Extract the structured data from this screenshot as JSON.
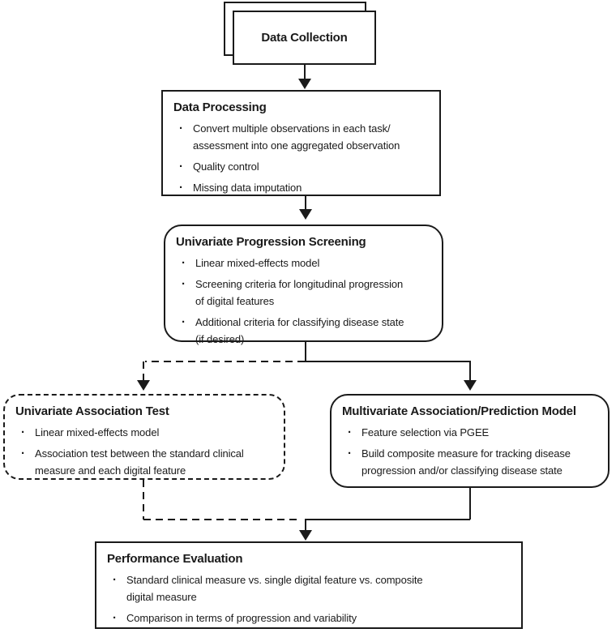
{
  "diagram": {
    "bullet_glyph": "·",
    "colors": {
      "line": "#1a1a1a",
      "background": "#ffffff",
      "box_fill": "#ffffff"
    },
    "nodes": {
      "data_collection": {
        "title": "Data Collection"
      },
      "data_processing": {
        "title": "Data Processing",
        "bullets": [
          "Convert multiple observations in each task/\nassessment into one aggregated observation",
          "Quality control",
          "Missing data imputation"
        ]
      },
      "univariate_screening": {
        "title": "Univariate Progression Screening",
        "bullets": [
          "Linear mixed-effects model",
          "Screening criteria for longitudinal progression\nof digital features",
          "Additional criteria for classifying disease state\n(if desired)"
        ]
      },
      "univariate_association": {
        "title": "Univariate Association Test",
        "bullets": [
          "Linear mixed-effects model",
          "Association test between the standard clinical\nmeasure and each digital feature"
        ]
      },
      "multivariate_model": {
        "title": "Multivariate Association/Prediction Model",
        "bullets": [
          "Feature selection via PGEE",
          "Build composite measure for tracking disease\nprogression and/or classifying disease state"
        ]
      },
      "performance_evaluation": {
        "title": "Performance Evaluation",
        "bullets": [
          "Standard clinical measure vs. single digital feature vs. composite\ndigital measure",
          "Comparison in terms of progression and variability"
        ]
      }
    }
  }
}
